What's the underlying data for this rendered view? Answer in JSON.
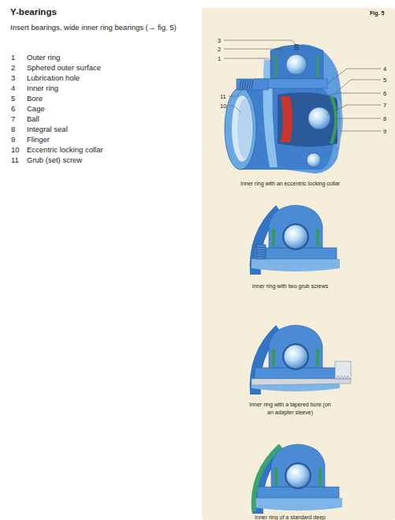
{
  "diagram": {
    "title": "Y-bearings",
    "labels": [
      "Insert bearings, wide inner ring bearings (→ fig. 5)",
      "1",
      "Outer ring",
      "2",
      "Sphered outer surface",
      "3",
      "Lubrication hole",
      "4",
      "Inner ring",
      "5",
      "Bore",
      "6",
      "Cage",
      "7",
      "Ball",
      "8",
      "Integral seal",
      "9",
      "Flinger",
      "10",
      "Eccentric locking collar",
      "11",
      "Grub (set) screw",
      "Fig. 5",
      "3",
      "2",
      "1",
      "11",
      "10",
      "4",
      "5",
      "6",
      "7",
      "8",
      "9",
      "Inner ring with an eccentric locking collar",
      "Inner ring with two grub screws",
      "Inner ring with a tapered bore (on an adapter sleeve)",
      "Inner ring of a standard deep"
    ]
  }
}
